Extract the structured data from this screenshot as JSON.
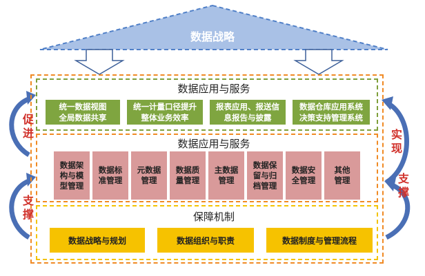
{
  "strategy": {
    "title": "数据战略"
  },
  "top_layer": {
    "title": "数据应用与服务",
    "items": [
      "统一数据视图\n全局数据共享",
      "统一计量口径提升\n整体业务效率",
      "报表应用、报送信\n息报告与披露",
      "数据仓库应用系统\n决策支持管理系统"
    ]
  },
  "middle_layer": {
    "title": "数据应用与服务",
    "items": [
      "数据架\n构与模\n型管理",
      "数据标\n准管理",
      "元数据\n管理",
      "数据质\n量管理",
      "主数据\n管理",
      "数据保\n留与归\n档管理",
      "数据安\n全管理",
      "其他\n管理"
    ]
  },
  "bottom_layer": {
    "title": "保障机制",
    "items": [
      "数据战略与规划",
      "数据组织与职责",
      "数据制度与管理流程"
    ]
  },
  "side_labels": {
    "left_top": "促\n进",
    "left_bottom": "支\n撑",
    "right_top": "实\n现",
    "right_bottom": "支\n撑"
  },
  "colors": {
    "roof": "#9bb7e0",
    "green": "#7fa540",
    "pink": "#d99a9a",
    "yellow": "#f6c200",
    "orange_border": "#f08a24",
    "side_arrow": "#4a6fb5",
    "label_red": "#d0302a"
  }
}
